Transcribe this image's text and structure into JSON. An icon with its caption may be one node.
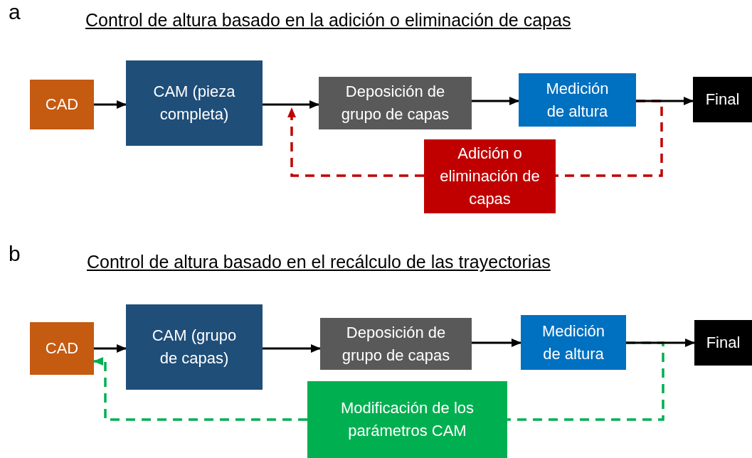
{
  "diagram": {
    "nodes": [
      {
        "text": [
          "CAD"
        ]
      },
      {
        "text": [
          "CAM (pieza completa)"
        ]
      },
      {
        "text": [
          "Deposición de grupo de capas"
        ]
      },
      {
        "text": [
          "Medición de altura"
        ]
      },
      {
        "text": [
          "Final"
        ]
      },
      {
        "text": [
          "Adición o eliminación de capas"
        ]
      },
      {
        "text": [
          "CAD"
        ]
      },
      {
        "text": [
          "CAM (grupo de capas)"
        ]
      },
      {
        "text": [
          "Deposición de grupo de capas"
        ]
      },
      {
        "text": [
          "Medición de altura"
        ]
      },
      {
        "text": [
          "Final"
        ]
      },
      {
        "text": [
          "Modificación de los parámetros CAM"
        ]
      }
    ],
    "edges": [
      {
        "from": 0,
        "to": 1,
        "arrow": "to"
      },
      {
        "from": 1,
        "to": 2,
        "arrow": "to"
      },
      {
        "from": 2,
        "to": 3,
        "arrow": "to"
      },
      {
        "from": 3,
        "to": 4,
        "arrow": "to"
      },
      {
        "from": 3,
        "to": 5,
        "arrow": "none",
        "style": "dashed",
        "color": "#c00000"
      },
      {
        "from": 5,
        "to": null,
        "arrow": "to",
        "style": "dashed",
        "color": "#c00000"
      },
      {
        "from": 6,
        "to": 7,
        "arrow": "to"
      },
      {
        "from": 7,
        "to": 8,
        "arrow": "to"
      },
      {
        "from": 8,
        "to": 9,
        "arrow": "to"
      },
      {
        "from": 9,
        "to": 10,
        "arrow": "to"
      },
      {
        "from": 9,
        "to": 11,
        "arrow": "none",
        "style": "dashed",
        "color": "#00b050"
      },
      {
        "from": 11,
        "to": 6,
        "arrow": "to",
        "style": "dashed",
        "color": "#00b050"
      }
    ],
    "labels": [
      "a",
      "Control de altura basado en la adición o eliminación de capas",
      "b",
      "Control de altura basado en el recálculo de las trayectorias"
    ]
  }
}
